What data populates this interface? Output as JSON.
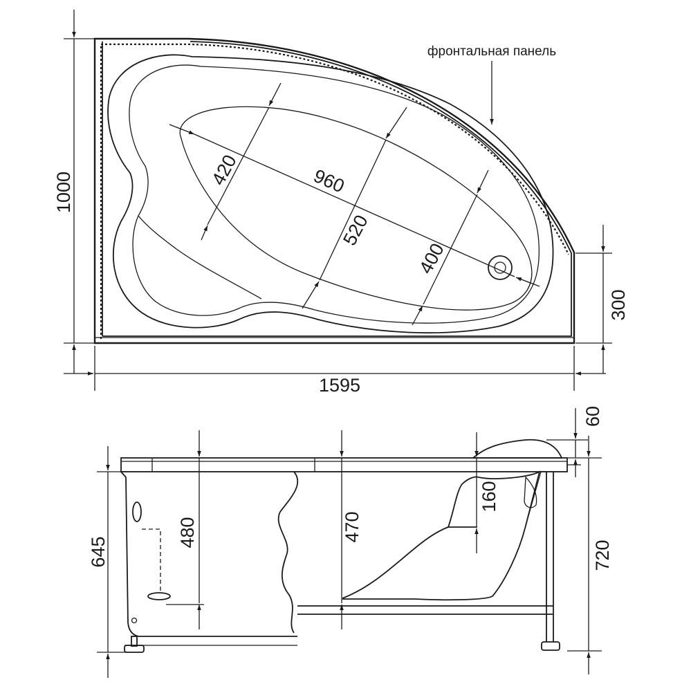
{
  "top_view": {
    "panel_label": "фронтальная панель",
    "dims": {
      "height": "1000",
      "width": "1595",
      "side_height": "300",
      "bowl_length": "960",
      "width_left": "420",
      "width_mid": "520",
      "width_right": "400"
    }
  },
  "side_view": {
    "dims": {
      "rim": "60",
      "depth_left": "480",
      "depth_mid": "470",
      "headrest": "160",
      "height_left": "645",
      "height_right": "720"
    }
  }
}
